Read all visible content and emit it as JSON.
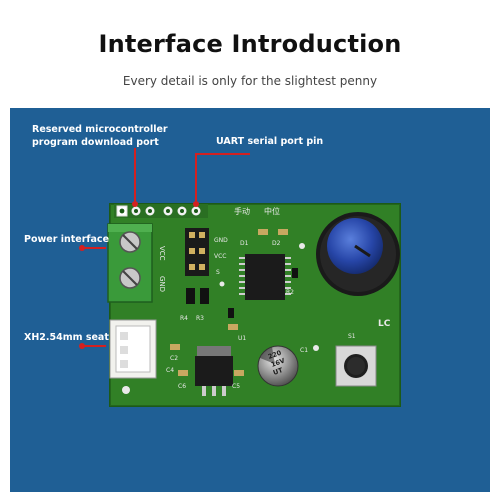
{
  "header": {
    "title": "Interface Introduction",
    "subtitle": "Every detail is only for the slightest penny"
  },
  "labels": {
    "download_port_line1": "Reserved microcontroller",
    "download_port_line2": "program download port",
    "uart": "UART serial port pin",
    "power": "Power interface",
    "xh_seat": "XH2.54mm seat"
  },
  "board": {
    "silkscreen": {
      "vcc": "VCC",
      "gnd": "GND",
      "gnd2": "GND",
      "vcc2": "VCC",
      "s": "S",
      "manual": "手动",
      "reset": "中位",
      "r4": "R4",
      "r3": "R3",
      "d1": "D1",
      "d2": "D2",
      "r2": "R2",
      "s1": "S1",
      "lc": "LC",
      "c2": "C2",
      "c4": "C4",
      "c5": "C5",
      "c6": "C6",
      "c1": "C1",
      "u1": "U1",
      "cap_top": "220",
      "cap_mid": "16V",
      "cap_bot": "UT"
    }
  },
  "colors": {
    "panel": "#1f5f95",
    "pcb": "#2e7d25",
    "pointer": "#d42020",
    "terminal": "#3a9a3a",
    "knob": "#1f3f9a"
  }
}
